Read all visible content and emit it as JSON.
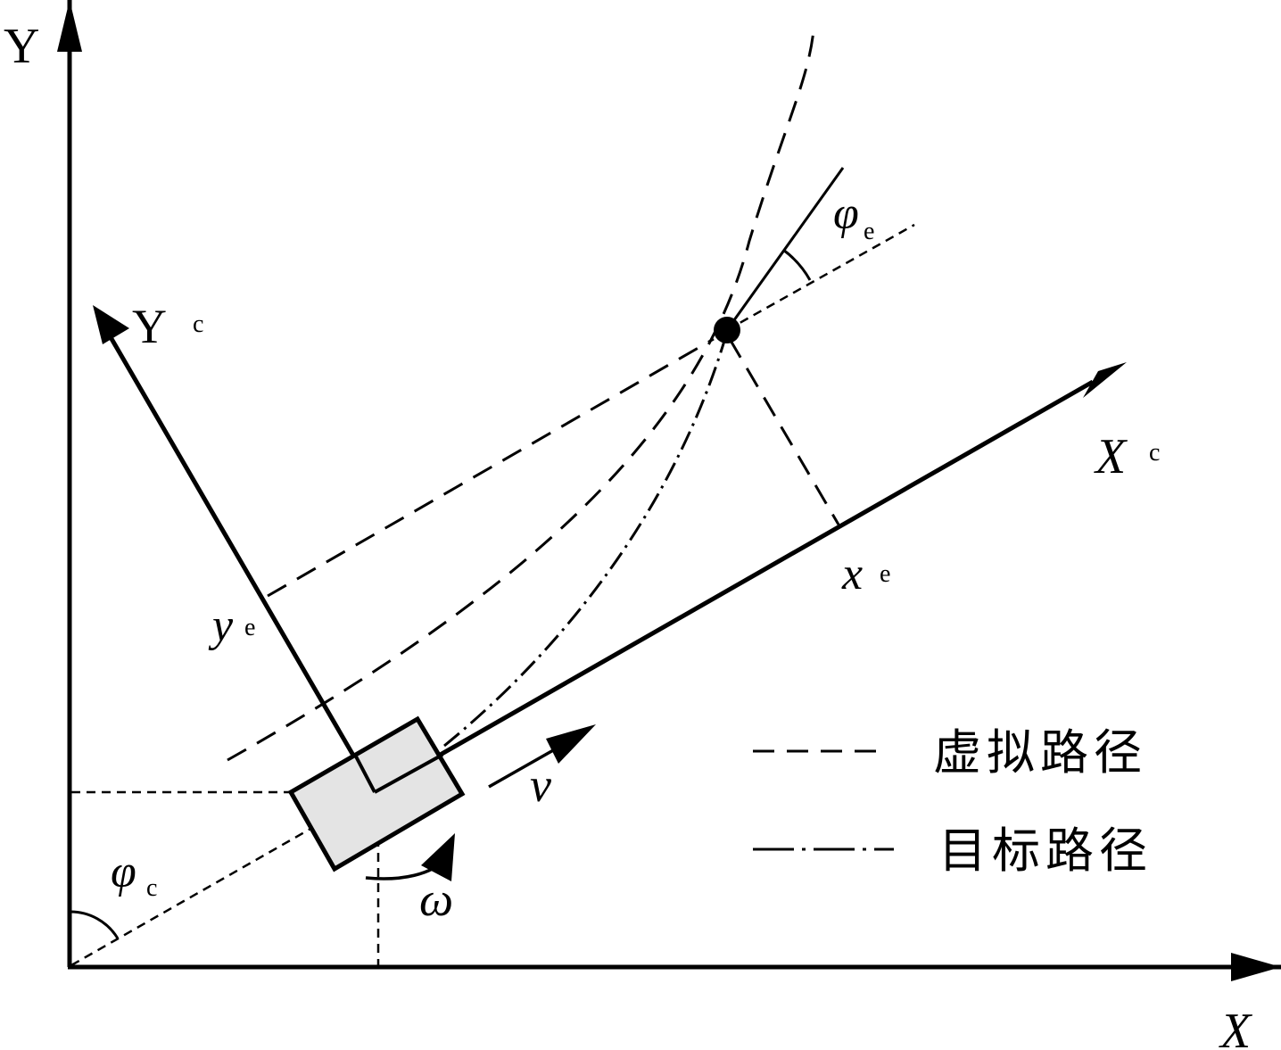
{
  "labels": {
    "axis_x": "X",
    "axis_y": "Y",
    "vehicle_x_main": "X",
    "vehicle_x_sub": "c",
    "vehicle_y_main": "Y",
    "vehicle_y_sub": "c",
    "phi_e_main": "φ",
    "phi_e_sub": "e",
    "phi_c_main": "φ",
    "phi_c_sub": "c",
    "x_e_main": "x",
    "x_e_sub": "e",
    "y_e_main": "y",
    "y_e_sub": "e",
    "velocity": "v",
    "angular_velocity": "ω"
  },
  "legend": {
    "items": [
      {
        "style": "dashed",
        "label": "虚拟路径"
      },
      {
        "style": "dash-dot",
        "label": "目标路径"
      }
    ]
  },
  "colors": {
    "stroke": "#000000",
    "vehicle_fill": "#e4e4e4",
    "background": "#ffffff"
  }
}
